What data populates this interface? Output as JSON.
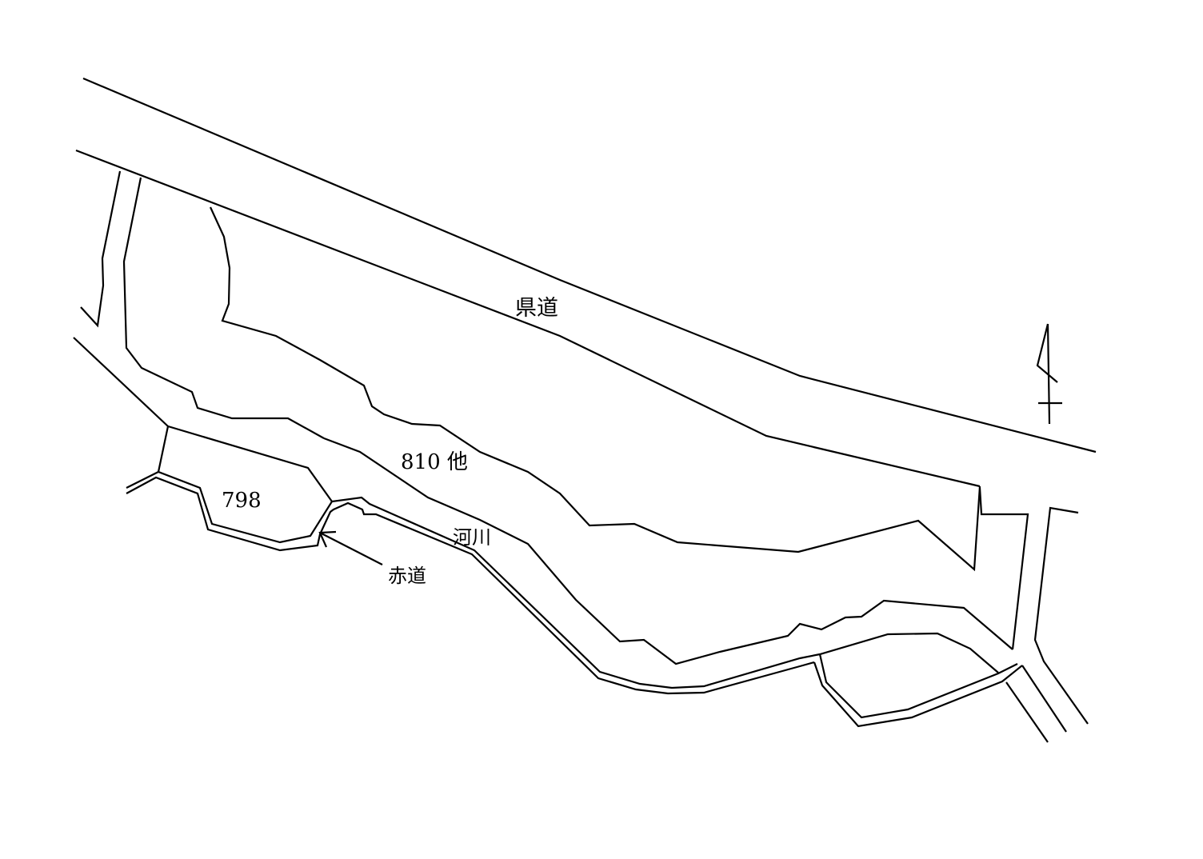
{
  "labels": {
    "prefectural_road": "県道",
    "parcel_main": "810 他",
    "parcel_small": "798",
    "river": "河川",
    "red_road": "赤道"
  },
  "icons": {
    "north_arrow": "north-arrow-icon"
  },
  "colors": {
    "line": "#000000",
    "background": "#ffffff"
  }
}
